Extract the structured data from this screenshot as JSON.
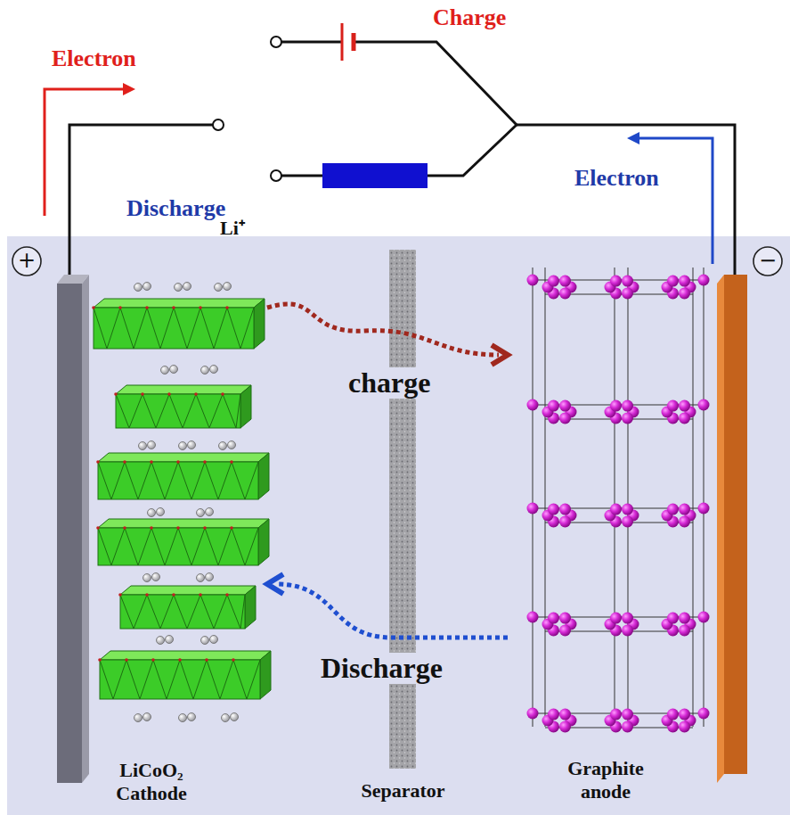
{
  "diagram": {
    "nodes": [
      {
        "text": [
          "LiCoO₂ Cathode"
        ]
      },
      {
        "text": [
          "Separator"
        ]
      },
      {
        "text": [
          "Graphite anode"
        ]
      }
    ],
    "edges": [
      {
        "from": 0,
        "to": 2,
        "arrow": "to",
        "label": "charge"
      },
      {
        "from": 2,
        "to": 0,
        "arrow": "to",
        "label": "Discharge"
      }
    ],
    "labels": [
      "Electron",
      "Charge",
      "Electron",
      "Discharge",
      "Li⁺",
      "+",
      "−"
    ]
  }
}
